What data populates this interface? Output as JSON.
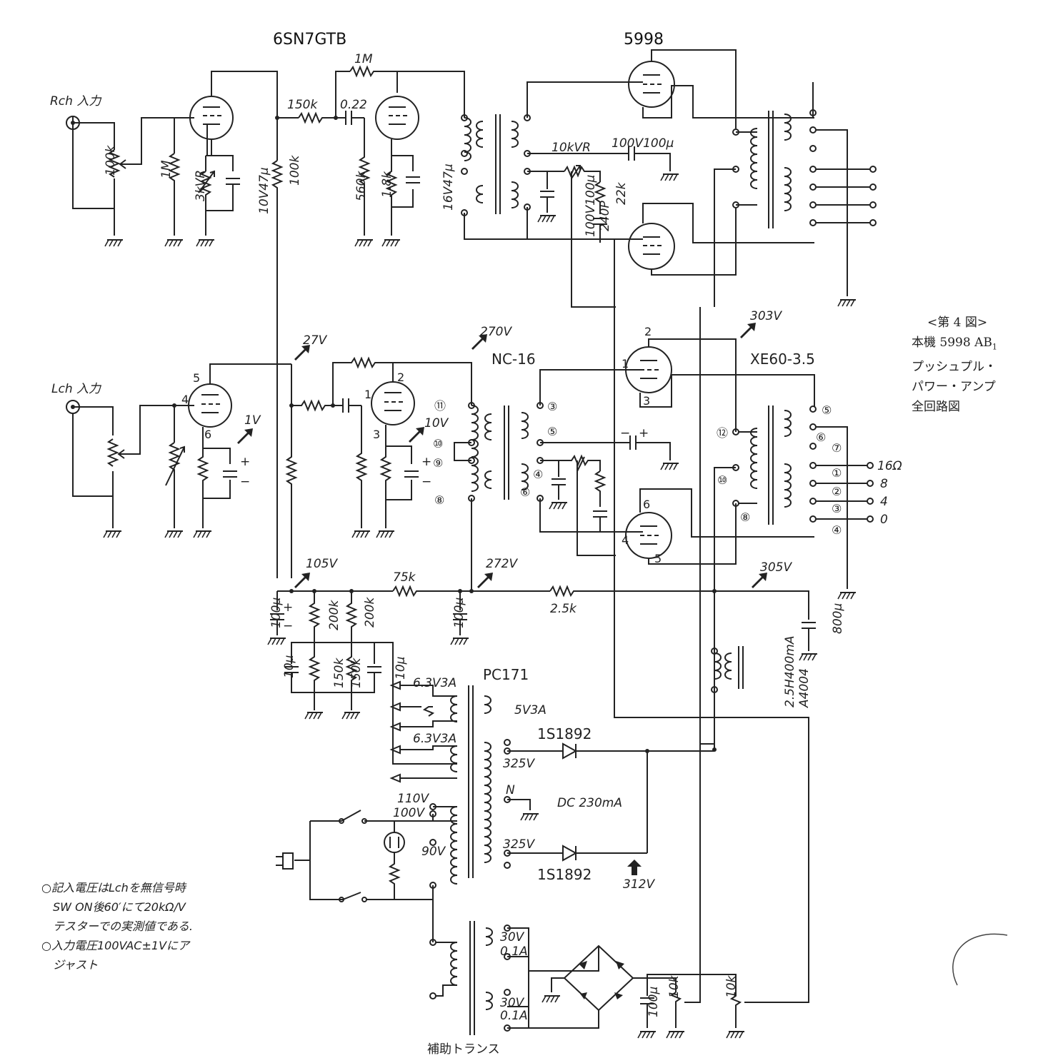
{
  "title_tubes": {
    "driver": "6SN7GTB",
    "output": "5998"
  },
  "inputs": {
    "right": "Rch 入力",
    "left": "Lch 入力"
  },
  "figure_note": {
    "line1": "<第 4 図>",
    "line2": "本機 5998 AB",
    "line2_sub": "1",
    "line3": "プッシュプル・",
    "line4": "パワー・アンプ",
    "line5": "全回路図"
  },
  "footnotes": {
    "line1": "○記入電圧はLchを無信号時",
    "line2": "SW ON後60′にて20kΩ/V",
    "line3": "テスターでの実測値である.",
    "line4": "○入力電圧100VAC±1Vにア",
    "line5": "ジャスト"
  },
  "components_rch": {
    "vr_in": "100k",
    "r_grid": "1M",
    "vr_cathode": "3kVR",
    "c_cathode1": "10V47μ",
    "r_plate": "100k",
    "r_coupling": "150k",
    "c_coupling": "0.22",
    "r_feedback": "1M",
    "r_grid2": "560k",
    "r_cathode2": "1.8k",
    "c_cathode2": "16V47μ",
    "vr_balance": "10kVR",
    "c_bypass": "100V100μ",
    "c_bypass2": "100V100μ",
    "c_240p": "240P",
    "r_22k": "22k"
  },
  "components_lch": {
    "driver_transformer": "NC-16",
    "output_transformer": "XE60-3.5",
    "pins_driver_tr": [
      "⑪",
      "⑩",
      "⑨",
      "⑧",
      "③",
      "⑤",
      "④",
      "⑥"
    ],
    "pins_output_tr": [
      "⑤",
      "⑥",
      "⑦",
      "①",
      "②",
      "③",
      "④",
      "⑫",
      "⑩",
      "⑧"
    ],
    "taps": [
      "16Ω",
      "8",
      "4",
      "0"
    ],
    "tube1_pins": [
      "5",
      "4",
      "6"
    ],
    "tube2_pins": [
      "2",
      "1",
      "3"
    ],
    "out_tube_pins_top": [
      "2",
      "1",
      "3"
    ],
    "out_tube_pins_bottom": [
      "6",
      "4",
      "5"
    ]
  },
  "voltages": {
    "v27": "27V",
    "v270": "270V",
    "v303": "303V",
    "v1": "1V",
    "v10": "10V",
    "v105": "105V",
    "v272": "272V",
    "v305": "305V",
    "v312": "312V"
  },
  "power_supply": {
    "c1": "100μ",
    "r200k_a": "200k",
    "r200k_b": "200k",
    "r75k": "75k",
    "c2": "100μ",
    "r2_5k": "2.5k",
    "c3": "800μ",
    "c10u_a": "10μ",
    "r150k_a": "150k",
    "r150k_b": "150k",
    "c10u_b": "10μ",
    "choke": "2.5H400mA",
    "choke_model": "A4004",
    "power_transformer": "PC171",
    "heater1": "6.3V3A",
    "heater2": "6.3V3A",
    "rect_heater": "5V3A",
    "diode1": "1S1892",
    "diode2": "1S1892",
    "hv1": "325V",
    "hv2": "325V",
    "center": "N",
    "dc_current": "DC 230mA",
    "pri_110": "110V",
    "pri_100": "100V",
    "pri_90": "90V",
    "aux_30v_a": "30V",
    "aux_01a_a": "0.1A",
    "aux_30v_b": "30V",
    "aux_01a_b": "0.1A",
    "aux_transformer": "補助トランス",
    "c_bias": "100μ",
    "vr_bias1": "10k",
    "vr_bias2": "10k"
  }
}
